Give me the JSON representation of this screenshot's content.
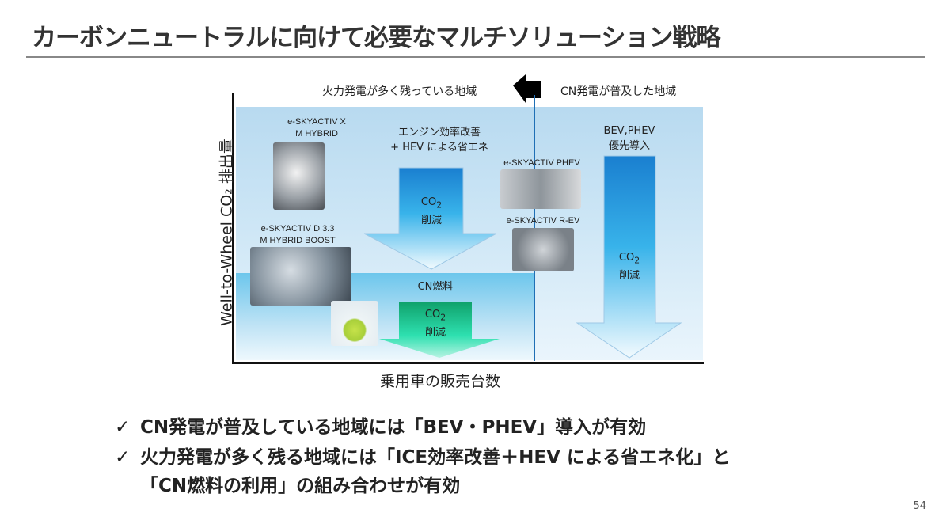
{
  "title": "カーボンニュートラルに向けて必要なマルチソリューション戦略",
  "diagram": {
    "region_left": "火力発電が多く残っている地域",
    "region_right": "CN発電が普及した地域",
    "engine_x": [
      "e-SKYACTIV X",
      "M HYBRID"
    ],
    "engine_d": [
      "e-SKYACTIV D 3.3",
      "M HYBRID BOOST"
    ],
    "efficiency": [
      "エンジン効率改善",
      "+ HEV による省エネ"
    ],
    "phev": "e-SKYACTIV PHEV",
    "rev": "e-SKYACTIV R-EV",
    "bev": [
      "BEV,PHEV",
      "優先導入"
    ],
    "cn_fuel": "CN燃料",
    "co2": "CO",
    "co2_sub": "2",
    "reduction": "削減",
    "ylabel": "Well-to-Wheel CO₂ 排出量",
    "xlabel": "乗用車の販売台数"
  },
  "bullets": [
    {
      "check": "✓",
      "text": "CN発電が普及している地域には「BEV・PHEV」導入が有効"
    },
    {
      "check": "✓",
      "text": "火力発電が多く残る地域には「ICE効率改善＋HEV による省エネ化」と"
    },
    {
      "check": "",
      "text": "「CN燃料の利用」の組み合わせが有効"
    }
  ],
  "page_number": "54",
  "colors": {
    "arrow_blue": "#1a7fd0",
    "arrow_green": "#1fbf8f",
    "axis": "#111111"
  }
}
